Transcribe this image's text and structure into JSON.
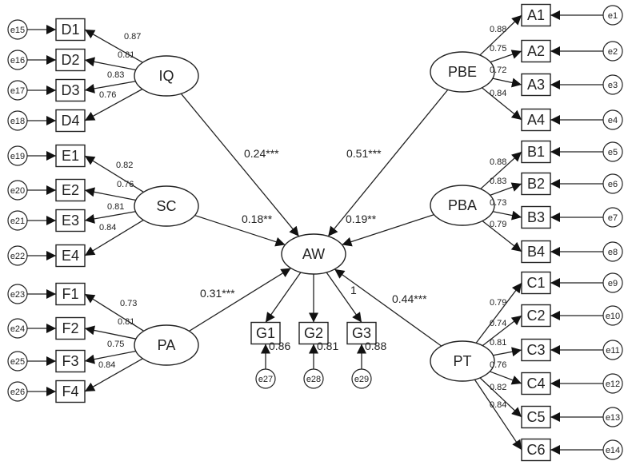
{
  "latents": [
    {
      "id": "IQ",
      "label": "IQ"
    },
    {
      "id": "SC",
      "label": "SC"
    },
    {
      "id": "PA",
      "label": "PA"
    },
    {
      "id": "PBE",
      "label": "PBE"
    },
    {
      "id": "PBA",
      "label": "PBA"
    },
    {
      "id": "PT",
      "label": "PT"
    },
    {
      "id": "AW",
      "label": "AW"
    }
  ],
  "indicators": [
    {
      "id": "D1",
      "factor": "IQ",
      "error": "e15",
      "loading": "0.87"
    },
    {
      "id": "D2",
      "factor": "IQ",
      "error": "e16",
      "loading": "0.81"
    },
    {
      "id": "D3",
      "factor": "IQ",
      "error": "e17",
      "loading": "0.83"
    },
    {
      "id": "D4",
      "factor": "IQ",
      "error": "e18",
      "loading": "0.76"
    },
    {
      "id": "E1",
      "factor": "SC",
      "error": "e19",
      "loading": "0.82"
    },
    {
      "id": "E2",
      "factor": "SC",
      "error": "e20",
      "loading": "0.76"
    },
    {
      "id": "E3",
      "factor": "SC",
      "error": "e21",
      "loading": "0.81"
    },
    {
      "id": "E4",
      "factor": "SC",
      "error": "e22",
      "loading": "0.84"
    },
    {
      "id": "F1",
      "factor": "PA",
      "error": "e23",
      "loading": "0.73"
    },
    {
      "id": "F2",
      "factor": "PA",
      "error": "e24",
      "loading": "0.81"
    },
    {
      "id": "F3",
      "factor": "PA",
      "error": "e25",
      "loading": "0.75"
    },
    {
      "id": "F4",
      "factor": "PA",
      "error": "e26",
      "loading": "0.84"
    },
    {
      "id": "A1",
      "factor": "PBE",
      "error": "e1",
      "loading": "0.88"
    },
    {
      "id": "A2",
      "factor": "PBE",
      "error": "e2",
      "loading": "0.75"
    },
    {
      "id": "A3",
      "factor": "PBE",
      "error": "e3",
      "loading": "0.72"
    },
    {
      "id": "A4",
      "factor": "PBE",
      "error": "e4",
      "loading": "0.84"
    },
    {
      "id": "B1",
      "factor": "PBA",
      "error": "e5",
      "loading": "0.88"
    },
    {
      "id": "B2",
      "factor": "PBA",
      "error": "e6",
      "loading": "0.83"
    },
    {
      "id": "B3",
      "factor": "PBA",
      "error": "e7",
      "loading": "0.73"
    },
    {
      "id": "B4",
      "factor": "PBA",
      "error": "e8",
      "loading": "0.79"
    },
    {
      "id": "C1",
      "factor": "PT",
      "error": "e9",
      "loading": "0.79"
    },
    {
      "id": "C2",
      "factor": "PT",
      "error": "e10",
      "loading": "0.74"
    },
    {
      "id": "C3",
      "factor": "PT",
      "error": "e11",
      "loading": "0.81"
    },
    {
      "id": "C4",
      "factor": "PT",
      "error": "e12",
      "loading": "0.76"
    },
    {
      "id": "C5",
      "factor": "PT",
      "error": "e13",
      "loading": "0.82"
    },
    {
      "id": "C6",
      "factor": "PT",
      "error": "e14",
      "loading": "0.84"
    },
    {
      "id": "G1",
      "factor": "AW",
      "error": "e27",
      "loading": "0.86"
    },
    {
      "id": "G2",
      "factor": "AW",
      "error": "e28",
      "loading": "0.81"
    },
    {
      "id": "G3",
      "factor": "AW",
      "error": "e29",
      "loading": "0.88"
    }
  ],
  "paths": [
    {
      "from": "IQ",
      "to": "AW",
      "coef": "0.24***"
    },
    {
      "from": "SC",
      "to": "AW",
      "coef": "0.18**"
    },
    {
      "from": "PA",
      "to": "AW",
      "coef": "0.31***"
    },
    {
      "from": "PBE",
      "to": "AW",
      "coef": "0.51***"
    },
    {
      "from": "PBA",
      "to": "AW",
      "coef": "0.19**"
    },
    {
      "from": "PT",
      "to": "AW",
      "coef": "0.44***"
    }
  ],
  "fixed_label": "1"
}
